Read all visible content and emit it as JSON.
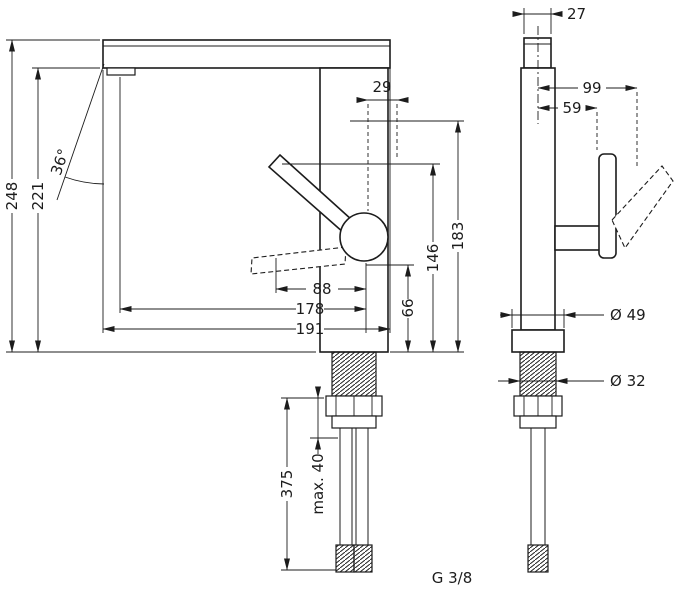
{
  "colors": {
    "background": "#ffffff",
    "line": "#1c1c1c"
  },
  "front_view": {
    "dims": {
      "total_height": "248",
      "height_under_spout": "221",
      "handle_angle": "36°",
      "handle_offset": "29",
      "reach_88": "88",
      "reach_178": "178",
      "depth_191": "191",
      "height_66": "66",
      "height_146": "146",
      "height_183": "183",
      "hose_length": "375",
      "mounting_max": "max. 40",
      "thread": "G 3/8"
    }
  },
  "side_view": {
    "dims": {
      "top_width": "27",
      "lever_reach": "99",
      "lever_offset": "59",
      "base_diameter": "Ø 49",
      "shaft_diameter": "Ø 32"
    }
  }
}
